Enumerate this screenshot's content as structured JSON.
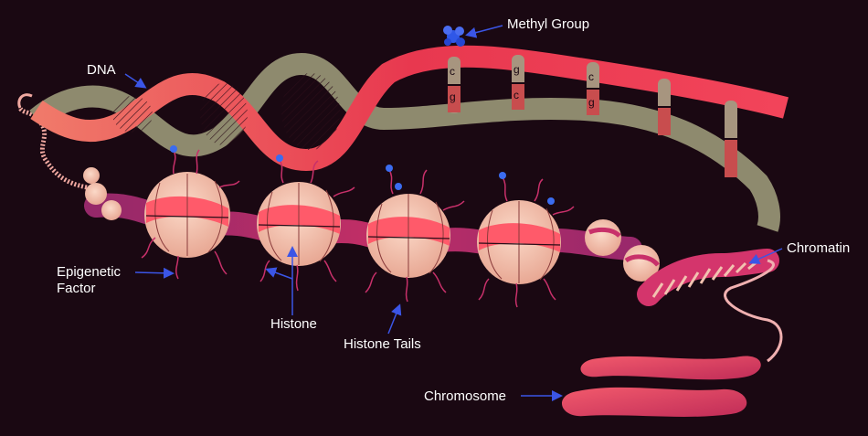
{
  "labels": {
    "dna": "DNA",
    "methyl_group": "Methyl Group",
    "chromatin": "Chromatin",
    "epigenetic_factor_line1": "Epigenetic",
    "epigenetic_factor_line2": "Factor",
    "histone": "Histone",
    "histone_tails": "Histone Tails",
    "chromosome": "Chromosome"
  },
  "base_pairs": [
    {
      "top": "c",
      "bottom": "g"
    },
    {
      "top": "g",
      "bottom": "c"
    },
    {
      "top": "c",
      "bottom": "g"
    }
  ],
  "colors": {
    "background": "#1a0812",
    "dna_strand_red": "#e8384f",
    "dna_strand_grey": "#8e8a6e",
    "histone": "#f2c2b0",
    "histone_band": "#ff5a6a",
    "methyl": "#2f57e8",
    "arrow": "#3b55e6",
    "chromosome": "#e8435a"
  }
}
